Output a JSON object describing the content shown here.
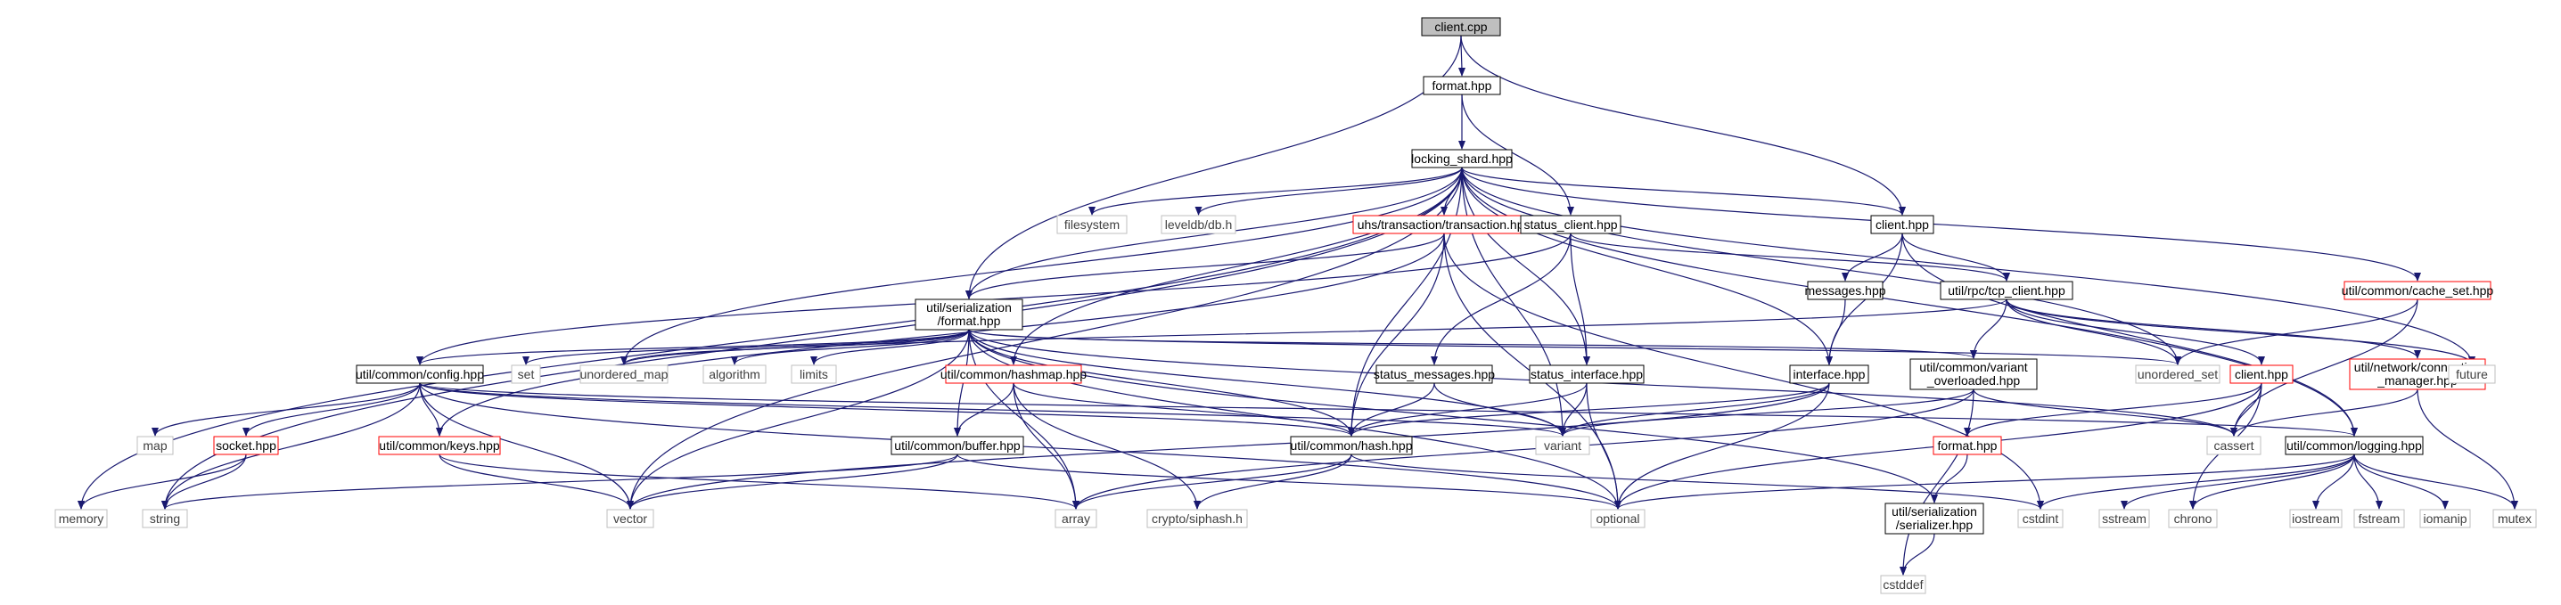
{
  "colors": {
    "edge": "#191970",
    "box_normal": "#000000",
    "box_root_fill": "#bfbfbf",
    "box_truncated": "#ff0000",
    "box_system": "#bfbfbf",
    "text_system": "#404040"
  },
  "nodes": [
    {
      "id": "client_cpp",
      "label": "client.cpp",
      "kind": "root"
    },
    {
      "id": "format_hpp",
      "label": "format.hpp",
      "kind": "normal"
    },
    {
      "id": "locking_shard",
      "label": "locking_shard.hpp",
      "kind": "normal"
    },
    {
      "id": "filesystem",
      "label": "filesystem",
      "kind": "system"
    },
    {
      "id": "leveldb",
      "label": "leveldb/db.h",
      "kind": "system"
    },
    {
      "id": "uhs_transaction",
      "label": "uhs/transaction/transaction.hpp",
      "kind": "truncated"
    },
    {
      "id": "status_client",
      "label": "status_client.hpp",
      "kind": "normal"
    },
    {
      "id": "client_hpp",
      "label": "client.hpp",
      "kind": "normal"
    },
    {
      "id": "cache_set",
      "label": "util/common/cache_set.hpp",
      "kind": "truncated"
    },
    {
      "id": "ser_format",
      "label": [
        "util/serialization",
        "/format.hpp"
      ],
      "kind": "normal"
    },
    {
      "id": "messages_hpp",
      "label": "messages.hpp",
      "kind": "normal"
    },
    {
      "id": "tcp_client",
      "label": "util/rpc/tcp_client.hpp",
      "kind": "normal"
    },
    {
      "id": "config_hpp",
      "label": "util/common/config.hpp",
      "kind": "normal"
    },
    {
      "id": "set",
      "label": "set",
      "kind": "system"
    },
    {
      "id": "unordered_map",
      "label": "unordered_map",
      "kind": "system"
    },
    {
      "id": "algorithm",
      "label": "algorithm",
      "kind": "system"
    },
    {
      "id": "limits",
      "label": "limits",
      "kind": "system"
    },
    {
      "id": "hashmap",
      "label": "util/common/hashmap.hpp",
      "kind": "truncated"
    },
    {
      "id": "status_messages",
      "label": "status_messages.hpp",
      "kind": "normal"
    },
    {
      "id": "status_interface",
      "label": "status_interface.hpp",
      "kind": "normal"
    },
    {
      "id": "interface_hpp",
      "label": "interface.hpp",
      "kind": "normal"
    },
    {
      "id": "variant_overloaded",
      "label": [
        "util/common/variant",
        "_overloaded.hpp"
      ],
      "kind": "normal"
    },
    {
      "id": "unordered_set",
      "label": "unordered_set",
      "kind": "system"
    },
    {
      "id": "rpc_client",
      "label": "client.hpp",
      "kind": "truncated"
    },
    {
      "id": "conn_manager",
      "label": [
        "util/network/connection",
        "_manager.hpp"
      ],
      "kind": "truncated"
    },
    {
      "id": "future",
      "label": "future",
      "kind": "system"
    },
    {
      "id": "map",
      "label": "map",
      "kind": "system"
    },
    {
      "id": "socket_hpp",
      "label": "socket.hpp",
      "kind": "truncated"
    },
    {
      "id": "keys_hpp",
      "label": "util/common/keys.hpp",
      "kind": "truncated"
    },
    {
      "id": "buffer_hpp",
      "label": "util/common/buffer.hpp",
      "kind": "normal"
    },
    {
      "id": "hash_hpp",
      "label": "util/common/hash.hpp",
      "kind": "normal"
    },
    {
      "id": "variant",
      "label": "variant",
      "kind": "system"
    },
    {
      "id": "cassert",
      "label": "cassert",
      "kind": "system"
    },
    {
      "id": "format_hpp2",
      "label": "format.hpp",
      "kind": "truncated"
    },
    {
      "id": "logging_hpp",
      "label": "util/common/logging.hpp",
      "kind": "normal"
    },
    {
      "id": "memory",
      "label": "memory",
      "kind": "system"
    },
    {
      "id": "string",
      "label": "string",
      "kind": "system"
    },
    {
      "id": "vector",
      "label": "vector",
      "kind": "system"
    },
    {
      "id": "array",
      "label": "array",
      "kind": "system"
    },
    {
      "id": "siphash",
      "label": "crypto/siphash.h",
      "kind": "system"
    },
    {
      "id": "optional",
      "label": "optional",
      "kind": "system"
    },
    {
      "id": "ser_serializer",
      "label": [
        "util/serialization",
        "/serializer.hpp"
      ],
      "kind": "normal"
    },
    {
      "id": "cstdint",
      "label": "cstdint",
      "kind": "system"
    },
    {
      "id": "sstream",
      "label": "sstream",
      "kind": "system"
    },
    {
      "id": "chrono",
      "label": "chrono",
      "kind": "system"
    },
    {
      "id": "iostream",
      "label": "iostream",
      "kind": "system"
    },
    {
      "id": "fstream",
      "label": "fstream",
      "kind": "system"
    },
    {
      "id": "iomanip",
      "label": "iomanip",
      "kind": "system"
    },
    {
      "id": "mutex",
      "label": "mutex",
      "kind": "system"
    },
    {
      "id": "cstddef",
      "label": "cstddef",
      "kind": "system"
    }
  ],
  "edges": [
    [
      "client_cpp",
      "format_hpp"
    ],
    [
      "client_cpp",
      "ser_format"
    ],
    [
      "client_cpp",
      "client_hpp"
    ],
    [
      "format_hpp",
      "locking_shard"
    ],
    [
      "format_hpp",
      "status_client"
    ],
    [
      "locking_shard",
      "filesystem"
    ],
    [
      "locking_shard",
      "leveldb"
    ],
    [
      "locking_shard",
      "uhs_transaction"
    ],
    [
      "locking_shard",
      "client_hpp"
    ],
    [
      "locking_shard",
      "cache_set"
    ],
    [
      "locking_shard",
      "ser_format"
    ],
    [
      "locking_shard",
      "hashmap"
    ],
    [
      "locking_shard",
      "status_interface"
    ],
    [
      "locking_shard",
      "interface_hpp"
    ],
    [
      "locking_shard",
      "hash_hpp"
    ],
    [
      "locking_shard",
      "unordered_map"
    ],
    [
      "locking_shard",
      "unordered_set"
    ],
    [
      "locking_shard",
      "variant"
    ],
    [
      "locking_shard",
      "future"
    ],
    [
      "locking_shard",
      "logging_hpp"
    ],
    [
      "locking_shard",
      "memory"
    ],
    [
      "locking_shard",
      "string"
    ],
    [
      "locking_shard",
      "vector"
    ],
    [
      "uhs_transaction",
      "ser_format"
    ],
    [
      "uhs_transaction",
      "keys_hpp"
    ],
    [
      "uhs_transaction",
      "hash_hpp"
    ],
    [
      "uhs_transaction",
      "optional"
    ],
    [
      "uhs_transaction",
      "cstdint"
    ],
    [
      "status_client",
      "status_messages"
    ],
    [
      "status_client",
      "status_interface"
    ],
    [
      "status_client",
      "tcp_client"
    ],
    [
      "status_client",
      "config_hpp"
    ],
    [
      "client_hpp",
      "messages_hpp"
    ],
    [
      "client_hpp",
      "tcp_client"
    ],
    [
      "client_hpp",
      "interface_hpp"
    ],
    [
      "client_hpp",
      "logging_hpp"
    ],
    [
      "cache_set",
      "unordered_set"
    ],
    [
      "cache_set",
      "cassert"
    ],
    [
      "ser_format",
      "config_hpp"
    ],
    [
      "ser_format",
      "set"
    ],
    [
      "ser_format",
      "unordered_map"
    ],
    [
      "ser_format",
      "algorithm"
    ],
    [
      "ser_format",
      "limits"
    ],
    [
      "ser_format",
      "buffer_hpp"
    ],
    [
      "ser_format",
      "variant_overloaded"
    ],
    [
      "ser_format",
      "unordered_set"
    ],
    [
      "ser_format",
      "vector"
    ],
    [
      "ser_format",
      "array"
    ],
    [
      "ser_format",
      "optional"
    ],
    [
      "ser_format",
      "variant"
    ],
    [
      "ser_format",
      "cassert"
    ],
    [
      "ser_format",
      "ser_serializer"
    ],
    [
      "ser_format",
      "hash_hpp"
    ],
    [
      "messages_hpp",
      "interface_hpp"
    ],
    [
      "tcp_client",
      "variant_overloaded"
    ],
    [
      "tcp_client",
      "rpc_client"
    ],
    [
      "tcp_client",
      "conn_manager"
    ],
    [
      "tcp_client",
      "future"
    ],
    [
      "tcp_client",
      "unordered_map"
    ],
    [
      "tcp_client",
      "unordered_set"
    ],
    [
      "config_hpp",
      "map"
    ],
    [
      "config_hpp",
      "socket_hpp"
    ],
    [
      "config_hpp",
      "keys_hpp"
    ],
    [
      "config_hpp",
      "hash_hpp"
    ],
    [
      "config_hpp",
      "variant"
    ],
    [
      "config_hpp",
      "string"
    ],
    [
      "config_hpp",
      "vector"
    ],
    [
      "config_hpp",
      "optional"
    ],
    [
      "config_hpp",
      "logging_hpp"
    ],
    [
      "hashmap",
      "hash_hpp"
    ],
    [
      "hashmap",
      "buffer_hpp"
    ],
    [
      "hashmap",
      "array"
    ],
    [
      "hashmap",
      "siphash"
    ],
    [
      "status_messages",
      "hash_hpp"
    ],
    [
      "status_messages",
      "variant"
    ],
    [
      "status_interface",
      "hash_hpp"
    ],
    [
      "status_interface",
      "variant"
    ],
    [
      "status_interface",
      "optional"
    ],
    [
      "interface_hpp",
      "hash_hpp"
    ],
    [
      "interface_hpp",
      "variant"
    ],
    [
      "interface_hpp",
      "optional"
    ],
    [
      "interface_hpp",
      "vector"
    ],
    [
      "variant_overloaded",
      "variant"
    ],
    [
      "variant_overloaded",
      "cassert"
    ],
    [
      "variant_overloaded",
      "cstddef"
    ],
    [
      "variant_overloaded",
      "array"
    ],
    [
      "rpc_client",
      "format_hpp2"
    ],
    [
      "rpc_client",
      "cassert"
    ],
    [
      "rpc_client",
      "chrono"
    ],
    [
      "rpc_client",
      "optional"
    ],
    [
      "conn_manager",
      "cassert"
    ],
    [
      "conn_manager",
      "mutex"
    ],
    [
      "socket_hpp",
      "memory"
    ],
    [
      "socket_hpp",
      "string"
    ],
    [
      "keys_hpp",
      "vector"
    ],
    [
      "keys_hpp",
      "array"
    ],
    [
      "buffer_hpp",
      "string"
    ],
    [
      "buffer_hpp",
      "vector"
    ],
    [
      "buffer_hpp",
      "optional"
    ],
    [
      "hash_hpp",
      "array"
    ],
    [
      "hash_hpp",
      "siphash"
    ],
    [
      "hash_hpp",
      "cstdint"
    ],
    [
      "format_hpp2",
      "ser_serializer"
    ],
    [
      "logging_hpp",
      "optional"
    ],
    [
      "logging_hpp",
      "cstdint"
    ],
    [
      "logging_hpp",
      "sstream"
    ],
    [
      "logging_hpp",
      "chrono"
    ],
    [
      "logging_hpp",
      "iostream"
    ],
    [
      "logging_hpp",
      "fstream"
    ],
    [
      "logging_hpp",
      "iomanip"
    ],
    [
      "logging_hpp",
      "mutex"
    ],
    [
      "ser_serializer",
      "cstddef"
    ]
  ]
}
